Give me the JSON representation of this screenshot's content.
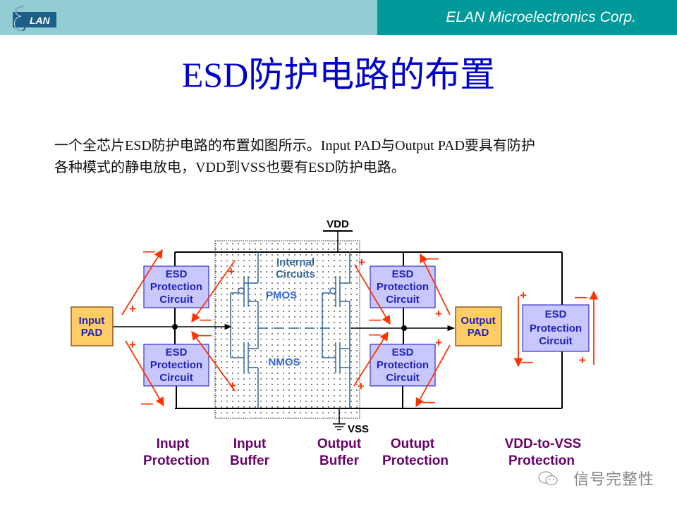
{
  "header": {
    "logo_text": "LAN",
    "company": "ELAN Microelectronics Corp.",
    "left_color": "#92cdd3",
    "right_color": "#00999a"
  },
  "title": "ESD防护电路的布置",
  "paragraph": {
    "line1": "一个全芯片ESD防护电路的布置如图所示。Input PAD与Output PAD要具有防护",
    "line2": "各种模式的静电放电，VDD到VSS也要有ESD防护电路。"
  },
  "diagram": {
    "vdd_label": "VDD",
    "vss_label": "VSS",
    "input_pad": [
      "Input",
      "PAD"
    ],
    "output_pad": [
      "Output",
      "PAD"
    ],
    "esd_box": [
      "ESD",
      "Protection",
      "Circuit"
    ],
    "internal_label": [
      "Internal",
      "Circuits"
    ],
    "pmos_label": "PMOS",
    "nmos_label": "NMOS",
    "plus": "+",
    "minus": "—",
    "sections": [
      {
        "line1": "Inupt",
        "line2": "Protection"
      },
      {
        "line1": "Input",
        "line2": "Buffer"
      },
      {
        "line1": "Output",
        "line2": "Buffer"
      },
      {
        "line1": "Outupt",
        "line2": "Protection"
      },
      {
        "line1": "VDD-to-VSS",
        "line2": "Protection"
      }
    ],
    "colors": {
      "esd_fill": "#c8c8ff",
      "esd_text": "#2222bb",
      "pad_fill": "#ffcc66",
      "arrow": "#ff3300",
      "section_label": "#6b006b",
      "transistor": "#336699"
    }
  },
  "watermark": "信号完整性"
}
